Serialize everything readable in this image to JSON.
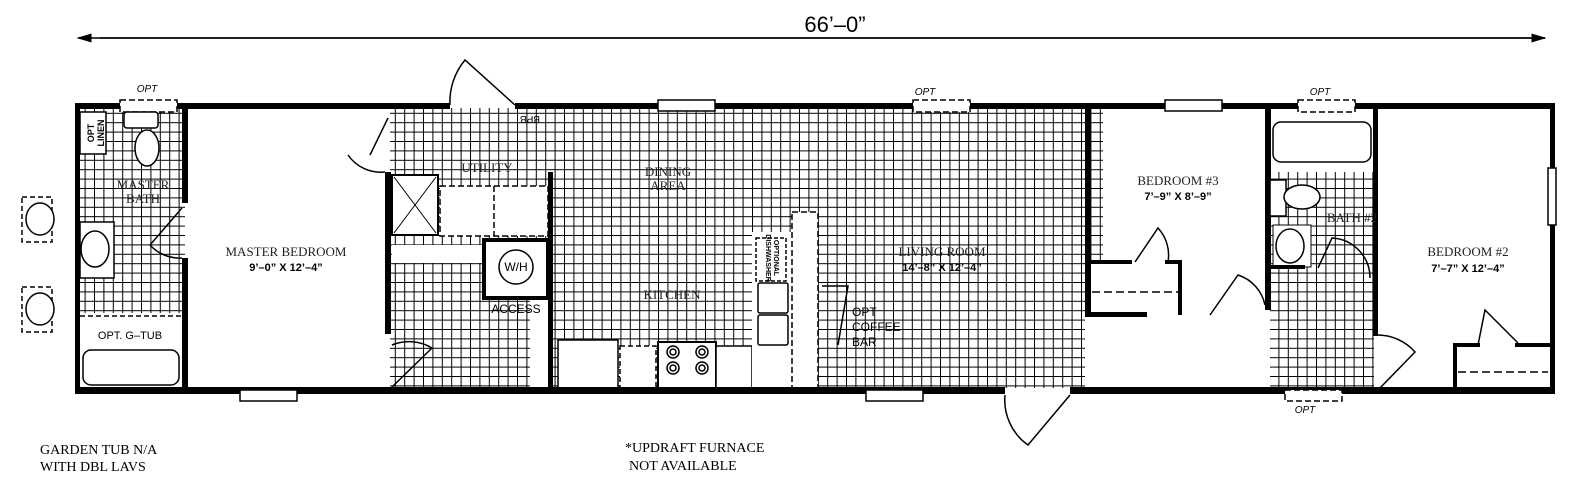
{
  "plan": {
    "overall_dimension": "66’–0”",
    "opt_label": "OPT",
    "rooms": {
      "master_bath": {
        "line1": "MASTER",
        "line2": "BATH"
      },
      "master_bedroom": {
        "name": "MASTER BEDROOM",
        "size": "9’–0” X 12’–4”"
      },
      "utility": {
        "name": "UTILITY"
      },
      "dining": {
        "line1": "DINING",
        "line2": "AREA"
      },
      "kitchen": {
        "name": "KITCHEN"
      },
      "living_room": {
        "name": "LIVING ROOM",
        "size": "14’–8” X 12’–4”"
      },
      "bedroom3": {
        "name": "BEDROOM #3",
        "size": "7’–9” X 8’–9”"
      },
      "bath2": {
        "name": "BATH #2"
      },
      "bedroom2": {
        "name": "BEDROOM #2",
        "size": "7’–7” X 12’–4”"
      }
    },
    "fixtures": {
      "opt_linen": {
        "line1": "OPT",
        "line2": "LINEN"
      },
      "g_tub": "OPT. G–TUB",
      "water_heater": "W/H",
      "access": "ACCESS",
      "bpb": "BPB",
      "dishwasher": {
        "line1": "OPTIONAL",
        "line2": "DISHWASHER"
      },
      "coffee_bar": {
        "line1": "OPT",
        "line2": "COFFEE",
        "line3": "BAR"
      }
    },
    "notes": {
      "left": {
        "line1": "GARDEN TUB N/A",
        "line2": "WITH DBL LAVS"
      },
      "center": {
        "line1": "*UPDRAFT FURNACE",
        "line2": "NOT AVAILABLE"
      }
    }
  }
}
